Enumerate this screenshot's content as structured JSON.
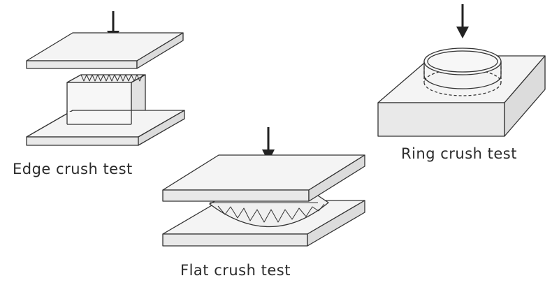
{
  "labels": {
    "edge": "Edge crush test",
    "ring": "Ring crush test",
    "flat": "Flat crush test"
  },
  "colors": {
    "line": "#333333",
    "face_top": "#f4f4f4",
    "face_front": "#e9e9e9",
    "face_side": "#dcdcdc",
    "arrow": "#222222"
  },
  "icons": {
    "load_arrow": "down-arrow"
  }
}
